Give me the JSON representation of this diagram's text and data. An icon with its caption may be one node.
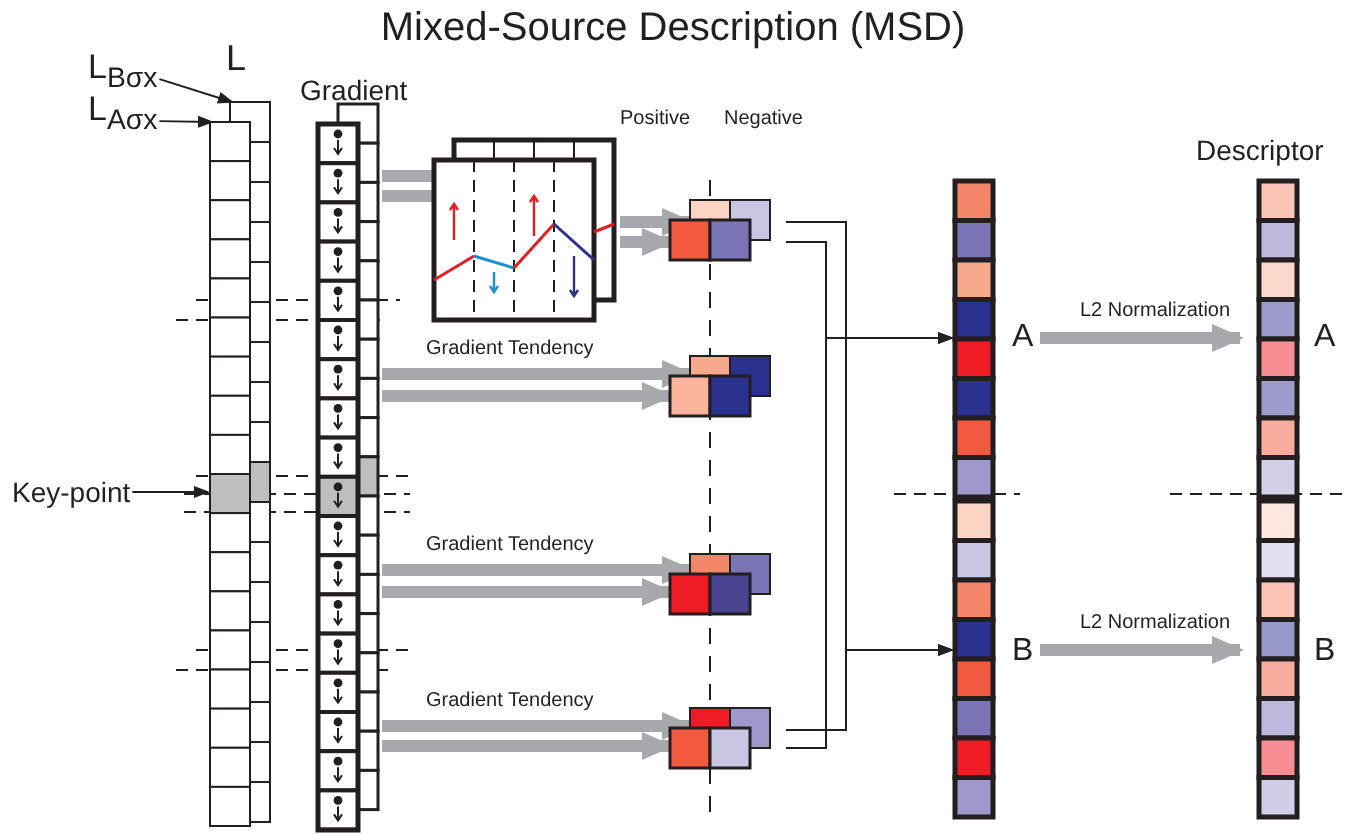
{
  "diagram": {
    "title": "Mixed-Source Description (MSD)",
    "nodes": [
      {
        "text": [
          "L$_{Bσ}$$_{x}$"
        ]
      },
      {
        "text": [],
        "shape": "bar"
      },
      {
        "text": [
          "L$_{Aσ}$$_{x}$"
        ]
      },
      {
        "text": [],
        "shape": "bar"
      },
      {
        "text": [
          "Key-point"
        ]
      },
      {
        "text": [
          "Gradient"
        ]
      },
      {
        "text": [],
        "shape": "picture"
      },
      {
        "text": [],
        "shape": "box"
      },
      {
        "text": [],
        "shape": "box"
      },
      {
        "text": [],
        "shape": "box"
      },
      {
        "text": [],
        "shape": "box"
      },
      {
        "text": [],
        "shape": "bar",
        "beside": [
          "A"
        ]
      },
      {
        "text": [],
        "shape": "bar",
        "beside": [
          "B"
        ]
      },
      {
        "text": [
          "Descriptor"
        ]
      },
      {
        "text": [],
        "shape": "bar",
        "in": 13,
        "beside": [
          "A"
        ]
      },
      {
        "text": [],
        "shape": "bar",
        "in": 13,
        "beside": [
          "B"
        ]
      }
    ],
    "edges": [
      {
        "from": 0,
        "to": 1,
        "arrow": "to",
        "color": "#231f20"
      },
      {
        "from": 2,
        "to": 3,
        "arrow": "to",
        "color": "#231f20"
      },
      {
        "from": 4,
        "to": 3,
        "arrow": "to",
        "color": "#231f20"
      },
      {
        "from": 5,
        "to": 6,
        "arrow": "none"
      },
      {
        "from": 5,
        "to": 6,
        "arrow": "none"
      },
      {
        "from": 6,
        "to": 7,
        "arrow": "to"
      },
      {
        "from": 6,
        "to": 7,
        "arrow": "to"
      },
      {
        "from": 5,
        "to": 8,
        "arrow": "to",
        "label": "Gradient Tendency"
      },
      {
        "from": 5,
        "to": 8,
        "arrow": "to"
      },
      {
        "from": 5,
        "to": 9,
        "arrow": "to",
        "label": "Gradient Tendency"
      },
      {
        "from": 5,
        "to": 9,
        "arrow": "to"
      },
      {
        "from": 5,
        "to": 10,
        "arrow": "to",
        "label": "Gradient Tendency"
      },
      {
        "from": 5,
        "to": 10,
        "arrow": "to"
      },
      {
        "from": 7,
        "to": 11,
        "arrow": "to",
        "color": "#231f20"
      },
      {
        "from": 10,
        "to": 11,
        "arrow": "to",
        "color": "#231f20"
      },
      {
        "from": 7,
        "to": 12,
        "arrow": "to",
        "color": "#231f20"
      },
      {
        "from": 10,
        "to": 12,
        "arrow": "to",
        "color": "#231f20"
      },
      {
        "from": 11,
        "to": 14,
        "arrow": "to",
        "label": "L2 Normalization"
      },
      {
        "from": 12,
        "to": 15,
        "arrow": "to",
        "label": "L2 Normalization"
      }
    ],
    "labels": [
      "L",
      "Positive",
      "Negative"
    ]
  }
}
